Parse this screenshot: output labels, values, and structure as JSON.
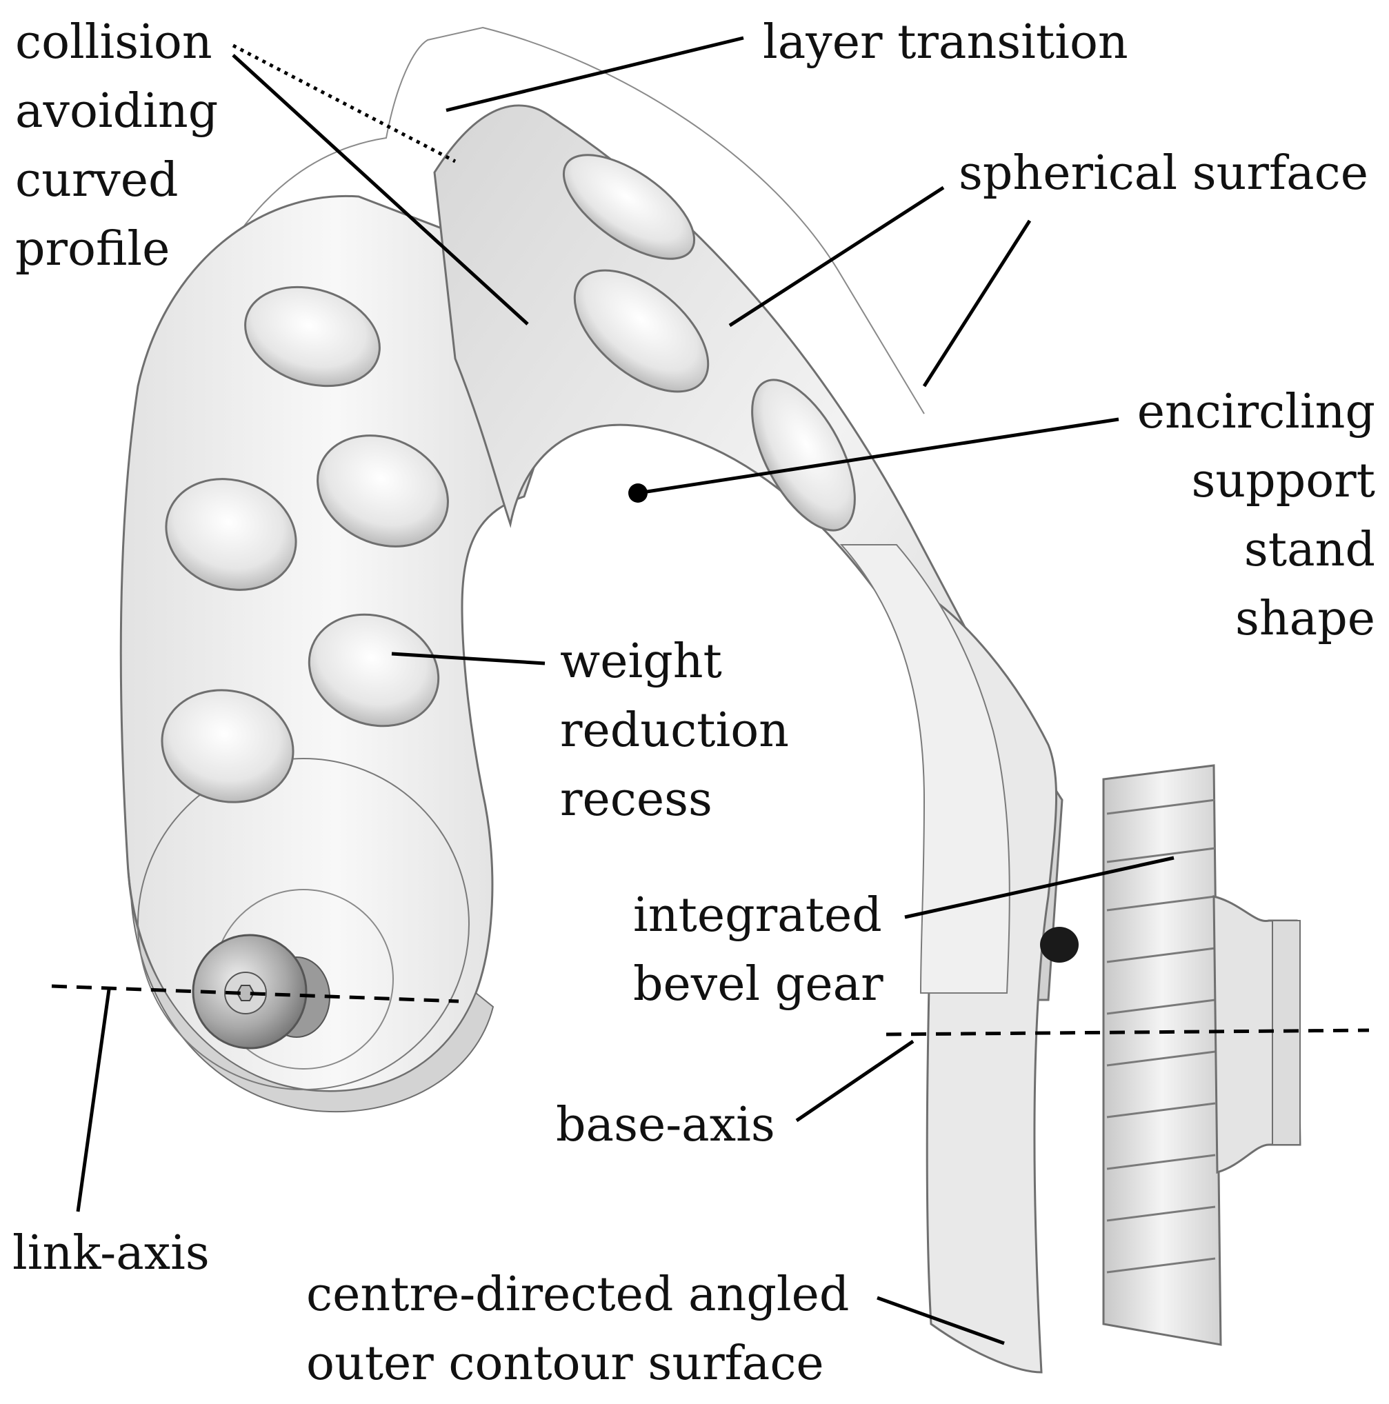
{
  "labels": {
    "collision": [
      "collision",
      "avoiding",
      "curved",
      "profile"
    ],
    "layer_transition": "layer transition",
    "spherical_surface": "spherical surface",
    "encircling": [
      "encircling",
      "support",
      "stand",
      "shape"
    ],
    "weight": [
      "weight",
      "reduction",
      "recess"
    ],
    "integrated": [
      "integrated",
      "bevel gear"
    ],
    "base_axis": "base-axis",
    "link_axis": "link-axis",
    "centre_directed": [
      "centre-directed angled",
      "outer contour surface"
    ]
  },
  "colors": {
    "text": "#111111",
    "part_fill": "#ececec",
    "part_shadow": "#cfcfcf",
    "outline": "#777777",
    "leader": "#000000"
  }
}
